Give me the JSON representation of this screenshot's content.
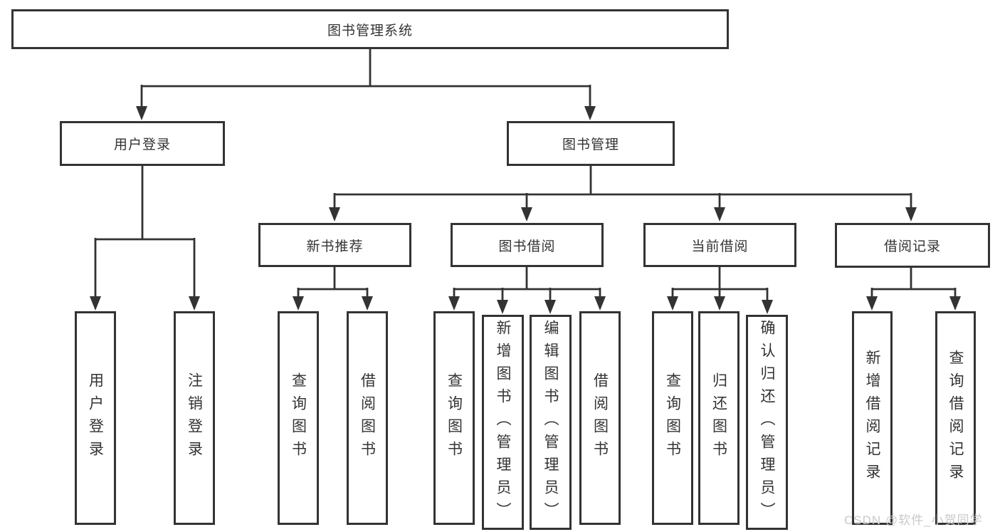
{
  "nodes": {
    "root": "图书管理系统",
    "login": "用户登录",
    "management": "图书管理",
    "newbook": "新书推荐",
    "bookborrow": "图书借阅",
    "currentborrow": "当前借阅",
    "borrowrecords": "借阅记录",
    "leaf_user_login": "用户登录",
    "leaf_logout": "注销登录",
    "leaf_nb_query": "查询图书",
    "leaf_nb_borrow": "借阅图书",
    "leaf_bb_query": "查询图书",
    "leaf_bb_add": "新增图书（管理员）",
    "leaf_bb_edit": "编辑图书（管理员）",
    "leaf_bb_borrow": "借阅图书",
    "leaf_cb_query": "查询图书",
    "leaf_cb_return": "归还图书",
    "leaf_cb_confirm": "确认归还（管理员）",
    "leaf_rec_add": "新增借阅记录",
    "leaf_rec_query": "查询借阅记录"
  },
  "watermark": "CSDN @软件_小贺同学",
  "colors": {
    "line": "#333333",
    "text": "#333333",
    "watermark": "#c9c9c9",
    "background": "#ffffff"
  }
}
